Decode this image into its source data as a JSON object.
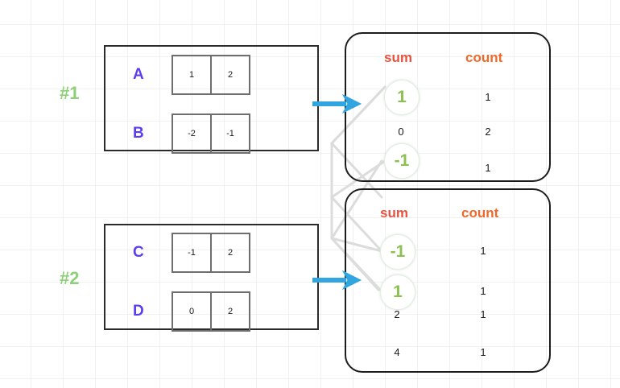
{
  "diagram": {
    "title": "shuffle-aggregate-diagram",
    "colors": {
      "group_label": "#8ed07a",
      "row_letter": "#5b3ef0",
      "sum_header": "#e8523f",
      "count_header": "#ed6a2c",
      "circled_value": "#8cc152",
      "arrow": "#30a5e0",
      "box_border": "#2b2b2b",
      "cell_border": "#6e6e6e",
      "link_line": "#dcdcdc",
      "grid": "#e2e8e2"
    }
  },
  "partitions": [
    {
      "label": "#1",
      "rows": [
        {
          "key": "A",
          "cells": [
            "1",
            "2"
          ]
        },
        {
          "key": "B",
          "cells": [
            "-2",
            "-1"
          ]
        }
      ]
    },
    {
      "label": "#2",
      "rows": [
        {
          "key": "C",
          "cells": [
            "-1",
            "2"
          ]
        },
        {
          "key": "D",
          "cells": [
            "0",
            "2"
          ]
        }
      ]
    }
  ],
  "agg_tables": [
    {
      "headers": {
        "sum": "sum",
        "count": "count"
      },
      "rows": [
        {
          "sum": "1",
          "count": "1",
          "highlighted": true
        },
        {
          "sum": "0",
          "count": "2",
          "highlighted": false
        },
        {
          "sum": "-1",
          "count": "1",
          "highlighted": true
        }
      ]
    },
    {
      "headers": {
        "sum": "sum",
        "count": "count"
      },
      "rows": [
        {
          "sum": "-1",
          "count": "1",
          "highlighted": true
        },
        {
          "sum": "1",
          "count": "1",
          "highlighted": true
        },
        {
          "sum": "2",
          "count": "1",
          "highlighted": false
        },
        {
          "sum": "4",
          "count": "1",
          "highlighted": false
        }
      ]
    }
  ],
  "arrows": [
    {
      "name": "arrow-partition-1-to-table-1"
    },
    {
      "name": "arrow-partition-2-to-table-2"
    }
  ],
  "links": [
    {
      "name": "link-table1-sum1-to-table2-sum1"
    },
    {
      "name": "link-table1-sum-minus1-to-table2-sum-minus1"
    }
  ]
}
